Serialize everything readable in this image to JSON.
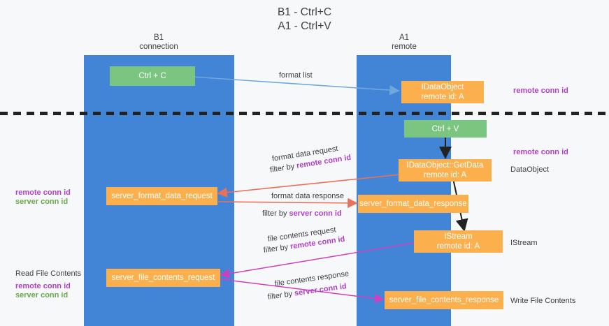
{
  "title": {
    "line1": "B1 - Ctrl+C",
    "line2": "A1 - Ctrl+V"
  },
  "columns": [
    {
      "name": "B1",
      "sub": "connection"
    },
    {
      "name": "A1",
      "sub": "remote"
    }
  ],
  "colors": {
    "lane": "#4285d6",
    "green_box": "#7ac57f",
    "orange_box": "#fbb04d",
    "purple_text": "#b23fc9",
    "green_text": "#6aa84f",
    "blue_arrow": "#6fa8dc",
    "red_arrow": "#e8715b",
    "magenta_arrow": "#cf3fbf",
    "dark_arrow": "#222222",
    "background": "#f7f8f9"
  },
  "boxes": {
    "ctrl_c": {
      "label": "Ctrl + C"
    },
    "ctrl_v": {
      "label": "Ctrl + V"
    },
    "idataobject": {
      "line1": "IDataObject",
      "line2": "remote id: A"
    },
    "getdata": {
      "line1": "IDataObject::GetData",
      "line2": "remote id: A"
    },
    "istream": {
      "line1": "IStream",
      "line2": "remote id: A"
    },
    "format_data_request": {
      "label": "server_format_data_request"
    },
    "format_data_response": {
      "label": "server_format_data_response"
    },
    "file_contents_request": {
      "label": "server_file_contents_request"
    },
    "file_contents_response": {
      "label": "server_file_contents_response"
    }
  },
  "arrow_labels": {
    "format_list": "format list",
    "format_data_request": "format data request",
    "format_data_request_filter_prefix": "filter by ",
    "format_data_request_filter_value": "remote conn id",
    "format_data_response": "format data response",
    "format_data_response_filter_prefix": "filter by ",
    "format_data_response_filter_value": "server conn id",
    "file_contents_request": "file contents request",
    "file_contents_request_filter_prefix": "filter by ",
    "file_contents_request_filter_value": "remote conn id",
    "file_contents_response": "file contents response",
    "file_contents_response_filter_prefix": "filter by ",
    "file_contents_response_filter_value": "server conn id"
  },
  "right_annotations": [
    {
      "text": "remote conn id",
      "kind": "purple"
    },
    {
      "text": "remote conn id",
      "kind": "purple"
    },
    {
      "text": "DataObject",
      "kind": "plain"
    },
    {
      "text": "IStream",
      "kind": "plain"
    },
    {
      "text": "Write File Contents",
      "kind": "plain"
    }
  ],
  "left_annotations": {
    "mid_remote": "remote conn id",
    "mid_server": "server conn id",
    "read_file_contents": "Read File Contents",
    "bottom_remote": "remote conn id",
    "bottom_server": "server conn id"
  }
}
